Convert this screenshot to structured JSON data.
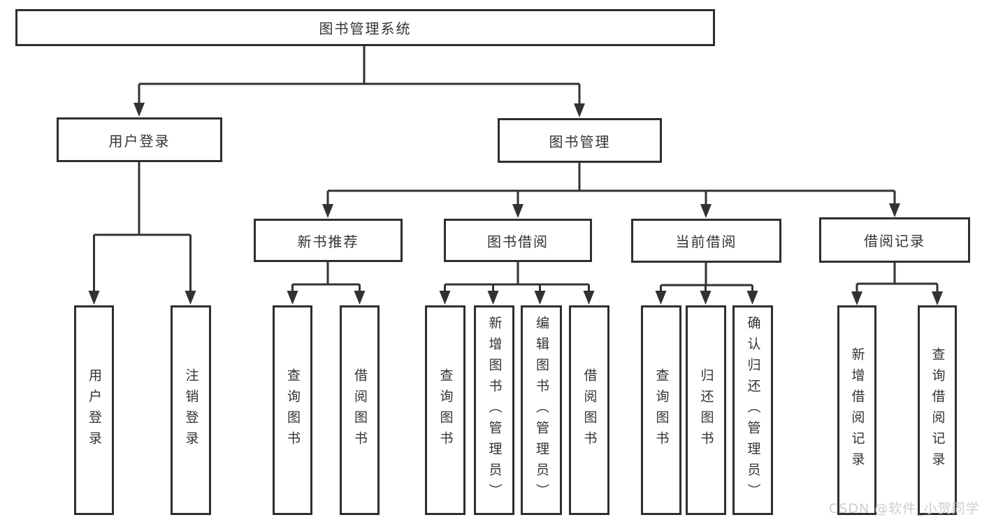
{
  "diagram_type": "hierarchy-tree",
  "tree": {
    "root": {
      "label": "图书管理系统"
    },
    "branches": [
      {
        "label": "用户登录",
        "children": [
          {
            "label": "用户登录"
          },
          {
            "label": "注销登录"
          }
        ]
      },
      {
        "label": "图书管理",
        "children": [
          {
            "label": "新书推荐",
            "children": [
              {
                "label": "查询图书"
              },
              {
                "label": "借阅图书"
              }
            ]
          },
          {
            "label": "图书借阅",
            "children": [
              {
                "label": "查询图书"
              },
              {
                "label": "新增图书（管理员）"
              },
              {
                "label": "编辑图书（管理员）"
              },
              {
                "label": "借阅图书"
              }
            ]
          },
          {
            "label": "当前借阅",
            "children": [
              {
                "label": "查询图书"
              },
              {
                "label": "归还图书"
              },
              {
                "label": "确认归还（管理员）"
              }
            ]
          },
          {
            "label": "借阅记录",
            "children": [
              {
                "label": "新增借阅记录"
              },
              {
                "label": "查询借阅记录"
              }
            ]
          }
        ]
      }
    ]
  },
  "watermark": {
    "text": "CSDN @软件_小贺同学",
    "color": "#c9c9c9"
  },
  "colors": {
    "background": "#ffffff",
    "line": "#323232",
    "box_border": "#2e2e2e",
    "text": "#333333"
  }
}
